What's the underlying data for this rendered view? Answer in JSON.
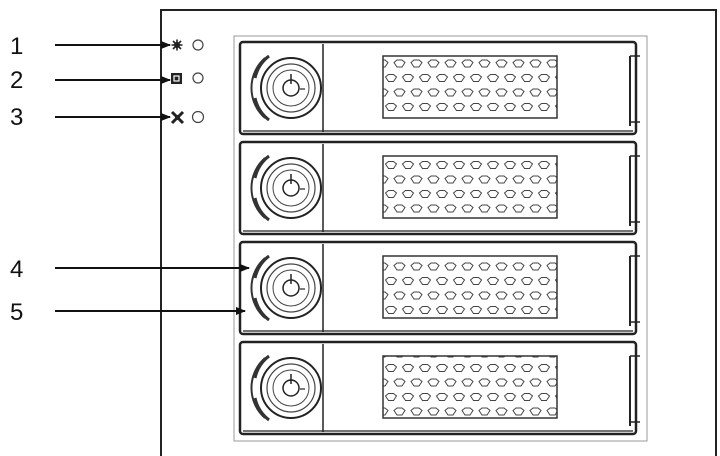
{
  "callouts": [
    {
      "number": "1",
      "target": "power-indicator"
    },
    {
      "number": "2",
      "target": "hdd-activity-indicator"
    },
    {
      "number": "3",
      "target": "fan-indicator"
    },
    {
      "number": "4",
      "target": "tray-lock"
    },
    {
      "number": "5",
      "target": "tray-latch"
    }
  ],
  "enclosure": {
    "bay_count": 4,
    "status_icons": [
      "power-icon",
      "hdd-icon",
      "fan-icon"
    ],
    "bay_items": [
      "key-lock-icon",
      "handle",
      "honeycomb-vent",
      "rail"
    ]
  },
  "colors": {
    "line": "#222222",
    "fill": "#ffffff",
    "vent": "#444444"
  }
}
